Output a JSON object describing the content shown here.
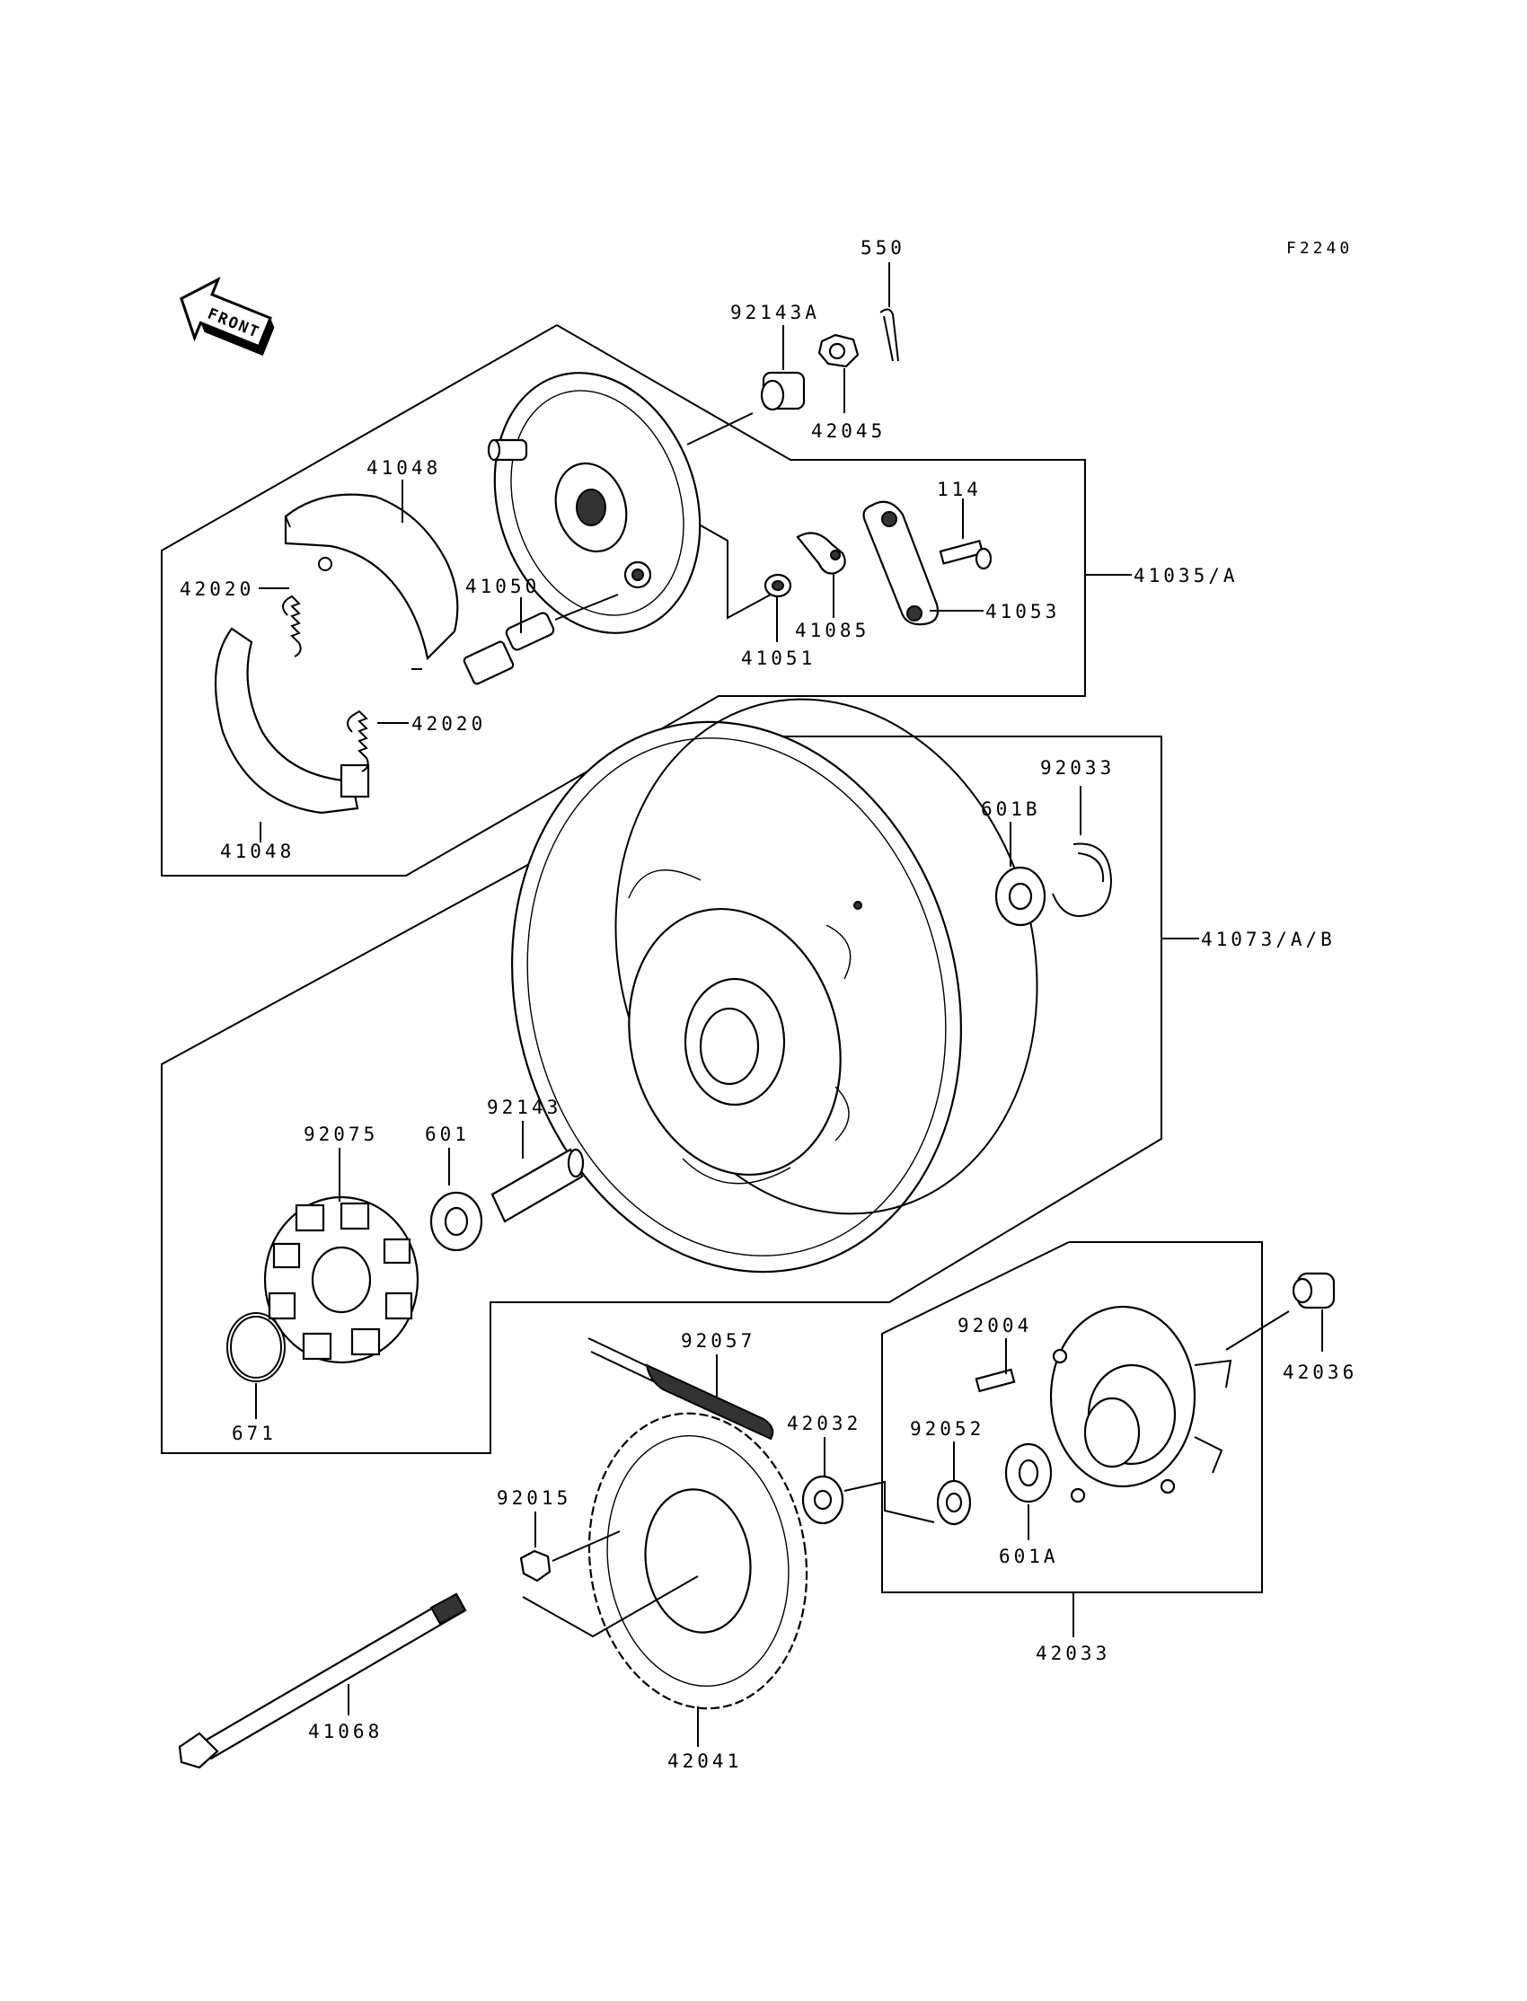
{
  "figure_code": "F2240",
  "front_label": "FRONT",
  "labels": {
    "p550": "550",
    "p92143A": "92143A",
    "p42045": "42045",
    "p41048_top": "41048",
    "p41048_bot": "41048",
    "p42020_a": "42020",
    "p42020_b": "42020",
    "p41050": "41050",
    "p114": "114",
    "p41035A": "41035/A",
    "p41085": "41085",
    "p41053": "41053",
    "p41051": "41051",
    "p92033": "92033",
    "p601B": "601B",
    "p41073AB": "41073/A/B",
    "p92143": "92143",
    "p92075": "92075",
    "p601": "601",
    "p671": "671",
    "p92057": "92057",
    "p92004": "92004",
    "p42036": "42036",
    "p42032": "42032",
    "p92052": "92052",
    "p92015": "92015",
    "p601A": "601A",
    "p42033": "42033",
    "p41068": "41068",
    "p42041": "42041"
  }
}
